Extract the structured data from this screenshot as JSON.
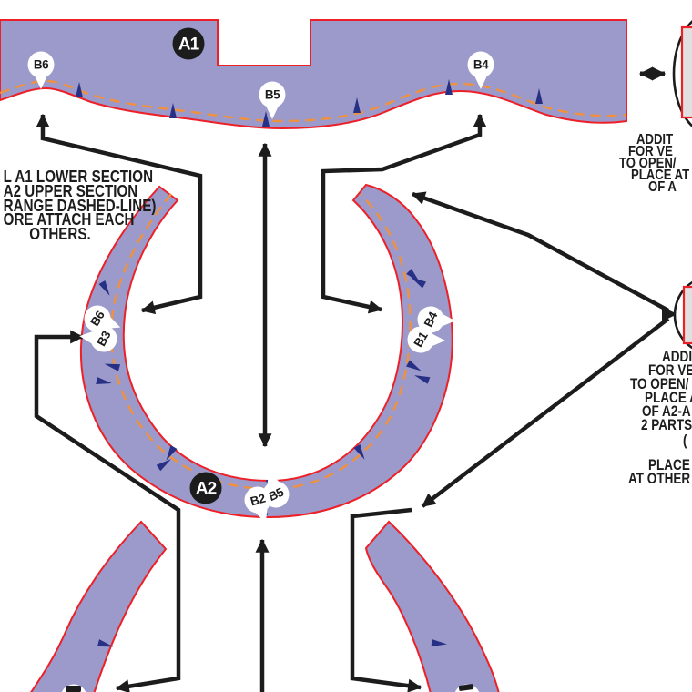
{
  "colors": {
    "piece_fill": "#9b9aca",
    "piece_outline": "#ed2028",
    "seam_dash": "#f0913f",
    "notch": "#273085",
    "ink": "#1c1c1c",
    "swatch_fill": "#e2dfe0",
    "pin_fill": "#ffffff"
  },
  "piece_labels": {
    "a1": "A1",
    "a2": "A2"
  },
  "pins": {
    "a1_b6": "B6",
    "a1_b5": "B5",
    "a1_b4": "B4",
    "arc_b6": "B6",
    "arc_b3": "B3",
    "arc_b4": "B4",
    "arc_b1": "B1",
    "arc_b5": "B5",
    "arc_b2": "B2"
  },
  "notes": {
    "left": {
      "lines": [
        "L A1 LOWER SECTION",
        "A2 UPPER SECTION",
        "RANGE DASHED-LINE)",
        "ORE ATTACH EACH",
        "OTHERS."
      ]
    },
    "top_right": {
      "lines": [
        "ADDIT",
        "FOR VE",
        "TO OPEN/",
        "PLACE AT",
        "OF A"
      ]
    },
    "mid_right": {
      "lines": [
        "ADDIT",
        "FOR VE",
        "TO OPEN/",
        "PLACE AT",
        "OF A2-A",
        "2 PARTS",
        "(",
        "PLACE I",
        "AT OTHER"
      ]
    }
  }
}
